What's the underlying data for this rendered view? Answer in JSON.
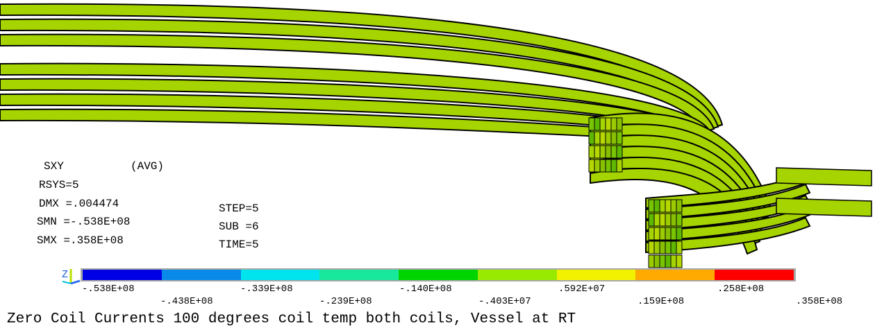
{
  "result": {
    "item": "SXY",
    "avg": "(AVG)",
    "rsys": "RSYS=5",
    "dmx": "DMX =.004474",
    "smn": "SMN =-.538E+08",
    "smx": "SMX =.358E+08",
    "step": "STEP=5",
    "sub": "SUB =6",
    "time": "TIME=5"
  },
  "legend": {
    "colors": [
      "#0000e6",
      "#0a8ae8",
      "#00e4ee",
      "#18e89c",
      "#00d400",
      "#98ea00",
      "#f2f200",
      "#ffaa00",
      "#ff0000"
    ],
    "tick_labels": [
      "-.538E+08",
      "-.438E+08",
      "-.339E+08",
      "-.239E+08",
      "-.140E+08",
      "-.403E+07",
      ".592E+07",
      ".159E+08",
      ".258E+08",
      ".358E+08"
    ]
  },
  "axis_label": "Z",
  "caption": "Zero Coil Currents 100 degrees coil temp both coils, Vessel at RT",
  "model": {
    "coil_color": "#a6d400",
    "dark_coil_color": "#6e8f00"
  }
}
